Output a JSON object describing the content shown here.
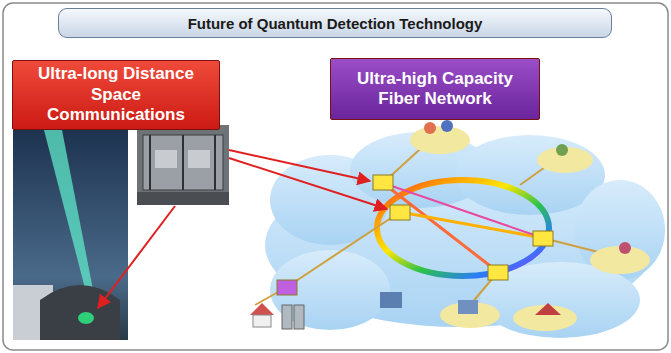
{
  "diagram": {
    "title": "Future of Quantum Detection Technology",
    "nodes": [
      {
        "text": [
          "Ultra-long Distance Space Communications"
        ]
      },
      {
        "text": [
          "Ultra-high Capacity Fiber Network"
        ]
      }
    ]
  }
}
